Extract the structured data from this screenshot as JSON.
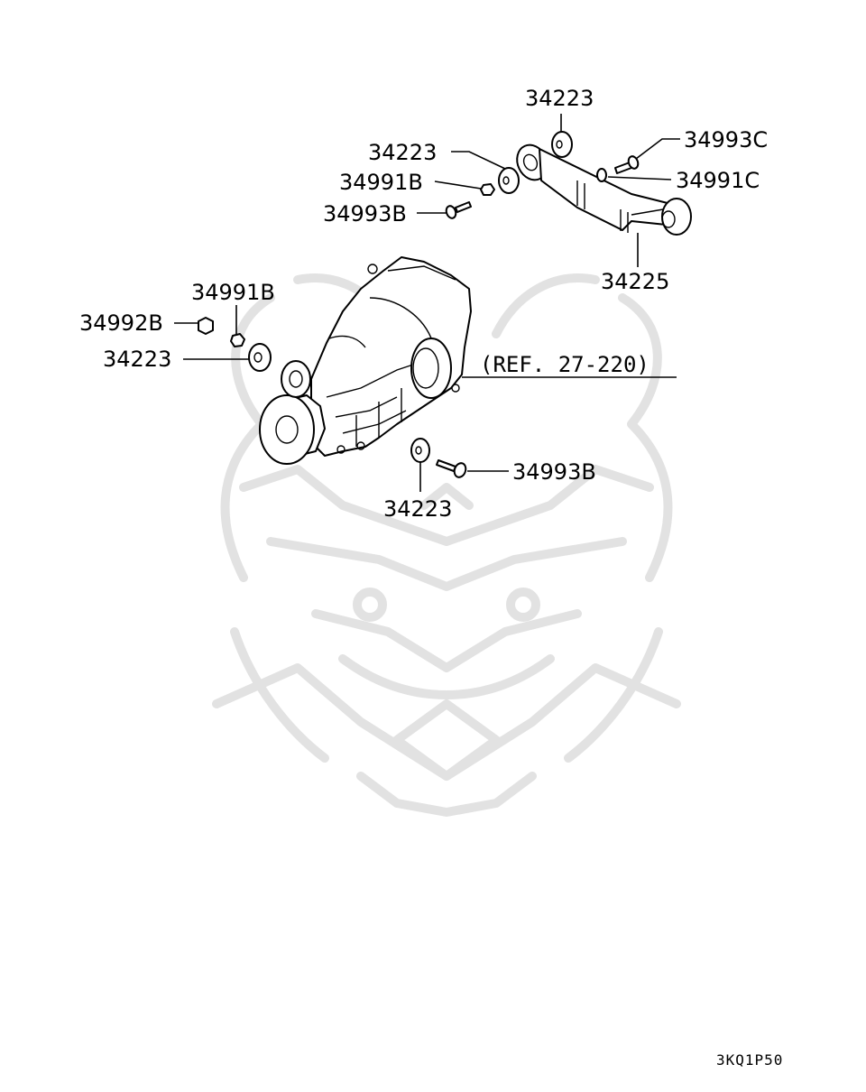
{
  "labels": {
    "bushing_top_right": "34223",
    "bushing_top_left": "34223",
    "nut_top": "34991B",
    "bolt_top_left": "34993B",
    "bolt_top_right": "34993C",
    "washer_top_right": "34991C",
    "bracket": "34225",
    "nut_left": "34991B",
    "cap_nut_left": "34992B",
    "bushing_left": "34223",
    "reference": "(REF. 27-220)",
    "bolt_bottom": "34993B",
    "bushing_bottom": "34223"
  },
  "diagram_code": "3KQ1P50",
  "colors": {
    "ink": "#000000",
    "watermark": "#e2e2e2",
    "background": "#ffffff"
  }
}
